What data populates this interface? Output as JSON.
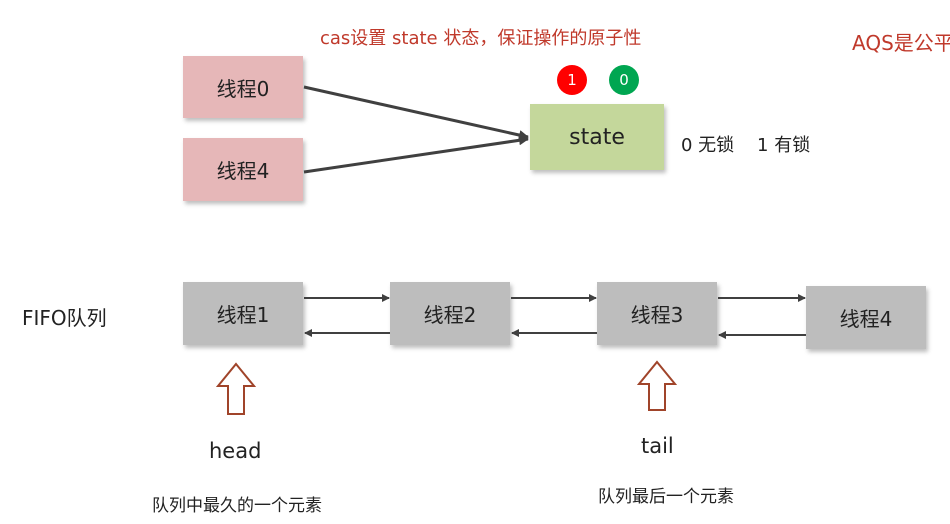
{
  "top": {
    "title": "cas设置 state 状态，保证操作的原子性",
    "aqs_label": "AQS是公平",
    "threads": [
      "线程0",
      "线程4"
    ],
    "state": {
      "label": "state",
      "circle_one": "1",
      "circle_zero": "0",
      "legend": "0 无锁    1 有锁"
    }
  },
  "queue": {
    "label": "FIFO队列",
    "nodes": [
      "线程1",
      "线程2",
      "线程3",
      "线程4"
    ],
    "head_label": "head",
    "head_desc": "队列中最久的一个元素",
    "tail_label": "tail",
    "tail_desc": "队列最后一个元素"
  },
  "colors": {
    "title_red": "#c0392b",
    "thread_pink": "#e6b7b8",
    "state_green": "#c4d79b",
    "node_gray": "#bdbdbd",
    "circle_red": "#ff0000",
    "circle_green": "#00a651",
    "arrow_outline": "#a0442a"
  }
}
